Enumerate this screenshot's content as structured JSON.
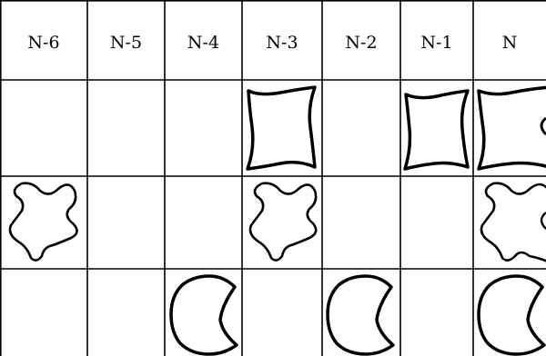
{
  "columns": [
    {
      "label": "N-6"
    },
    {
      "label": "N-5"
    },
    {
      "label": "N-4"
    },
    {
      "label": "N-3"
    },
    {
      "label": "N-2"
    },
    {
      "label": "N-1"
    },
    {
      "label": "N"
    }
  ],
  "rows": [
    [
      "",
      "",
      "",
      "square-star",
      "",
      "square-star",
      "square-star"
    ],
    [
      "star",
      "",
      "",
      "star",
      "",
      "",
      "star"
    ],
    [
      "",
      "",
      "pacman",
      "",
      "pacman",
      "",
      "pacman"
    ]
  ],
  "colors": {
    "line": "#000000",
    "background": "#ffffff"
  }
}
